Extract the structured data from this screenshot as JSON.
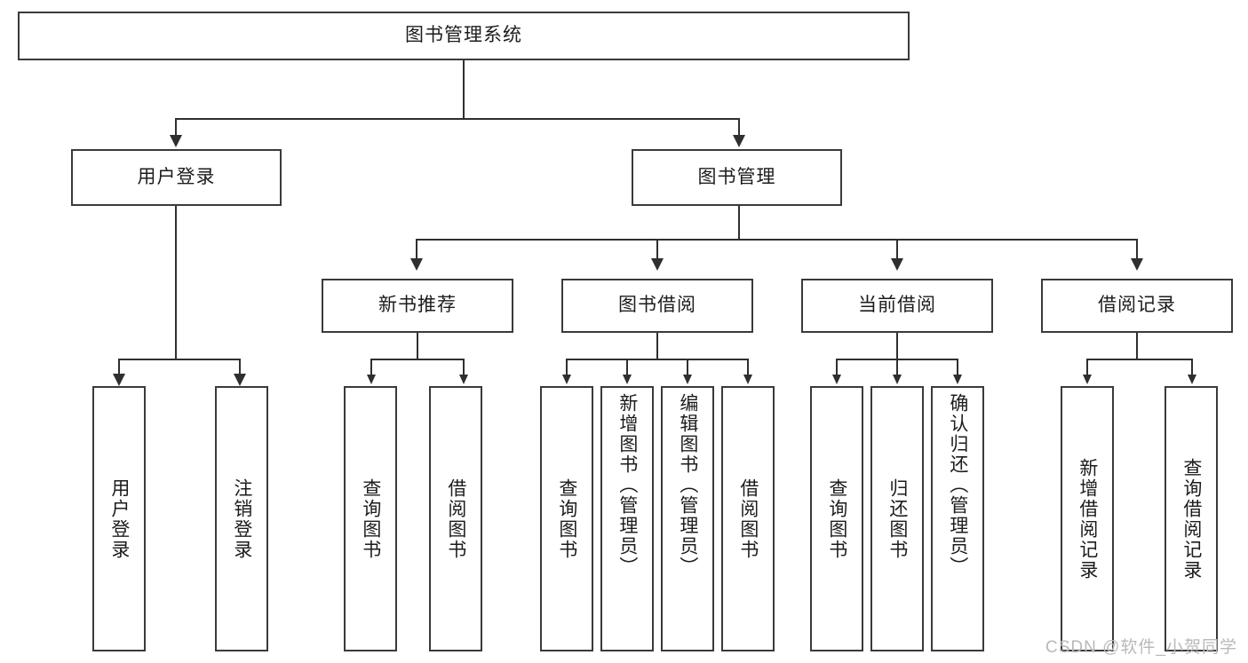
{
  "diagram": {
    "type": "tree-hierarchy-chart",
    "title": "图书管理系统",
    "root": {
      "id": "root",
      "label": "图书管理系统"
    },
    "level2": [
      {
        "id": "user-login",
        "label": "用户登录"
      },
      {
        "id": "book-management",
        "label": "图书管理"
      }
    ],
    "level3": [
      {
        "id": "new-book-recommend",
        "label": "新书推荐",
        "parent": "book-management"
      },
      {
        "id": "book-borrow",
        "label": "图书借阅",
        "parent": "book-management"
      },
      {
        "id": "current-borrow",
        "label": "当前借阅",
        "parent": "book-management"
      },
      {
        "id": "borrow-record",
        "label": "借阅记录",
        "parent": "book-management"
      }
    ],
    "leaves": {
      "user_login": [
        {
          "id": "leaf-user-login",
          "label": "用户登录"
        },
        {
          "id": "leaf-logout-login",
          "label": "注销登录"
        }
      ],
      "new_book_recommend": [
        {
          "id": "leaf-query-book-1",
          "label": "查询图书"
        },
        {
          "id": "leaf-borrow-book-1",
          "label": "借阅图书"
        }
      ],
      "book_borrow": [
        {
          "id": "leaf-query-book-2",
          "label": "查询图书"
        },
        {
          "id": "leaf-add-book",
          "label": "新增图书（管理员）"
        },
        {
          "id": "leaf-edit-book",
          "label": "编辑图书（管理员）"
        },
        {
          "id": "leaf-borrow-book-2",
          "label": "借阅图书"
        }
      ],
      "current_borrow": [
        {
          "id": "leaf-query-book-3",
          "label": "查询图书"
        },
        {
          "id": "leaf-return-book",
          "label": "归还图书"
        },
        {
          "id": "leaf-confirm-return",
          "label": "确认归还（管理员）"
        }
      ],
      "borrow_record": [
        {
          "id": "leaf-add-record",
          "label": "新增借阅记录"
        },
        {
          "id": "leaf-query-record",
          "label": "查询借阅记录"
        }
      ]
    }
  },
  "watermark": {
    "text": "CSDN @软件_小贺同学"
  },
  "colors": {
    "box_border": "#3a3a3a",
    "connector": "#2f2f2f",
    "background": "#ffffff",
    "text": "#1c1c1c",
    "watermark": "#b9b9b9"
  }
}
